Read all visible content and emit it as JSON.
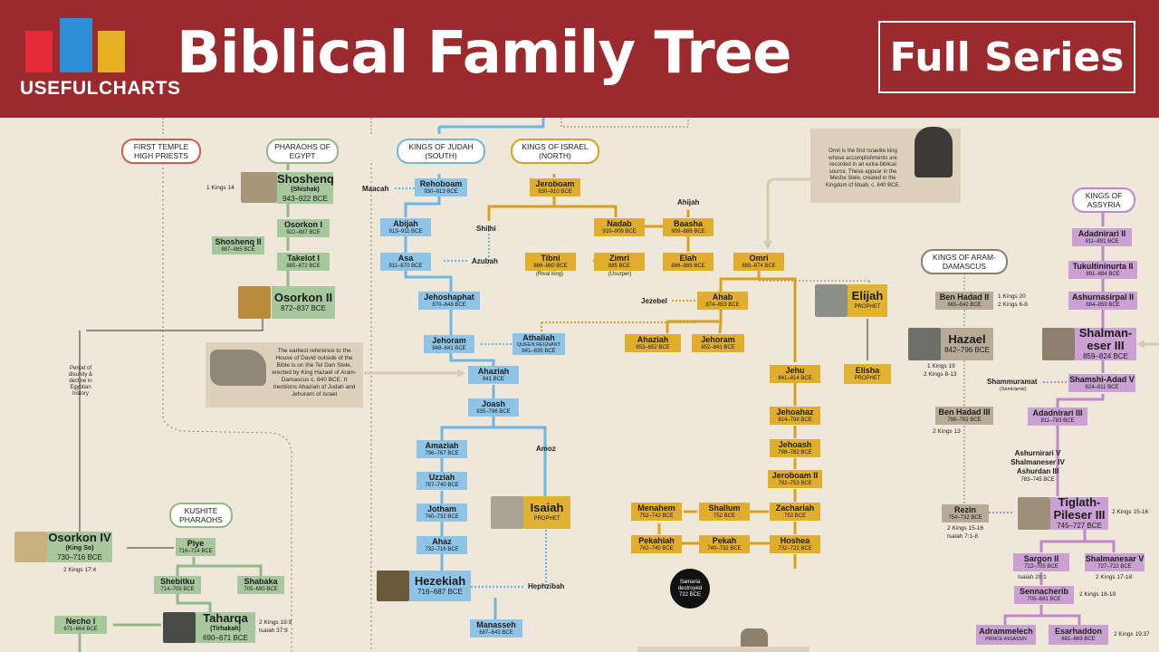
{
  "header": {
    "title": "Biblical Family Tree",
    "logo": "USEFULCHARTS",
    "series": "Full Series",
    "colors": {
      "bg": "#9a2a2d",
      "logo_red": "#e52a3a",
      "logo_blue": "#2f8fd6",
      "logo_yellow": "#e5b022"
    }
  },
  "captions": {
    "priests": "FIRST TEMPLE HIGH PRIESTS",
    "egypt": "PHARAOHS OF EGYPT",
    "judah1": "KINGS OF JUDAH",
    "judah2": "(SOUTH)",
    "israel1": "KINGS OF ISRAEL",
    "israel2": "(NORTH)",
    "aram1": "KINGS OF ARAM-",
    "aram2": "DAMASCUS",
    "assyria1": "KINGS OF",
    "assyria2": "ASSYRIA",
    "kushite1": "KUSHITE",
    "kushite2": "PHARAOHS"
  },
  "egypt": {
    "shoshenq": {
      "name": "Shoshenq",
      "alt": "(Shishak)",
      "dates": "943–922 BCE"
    },
    "osorkon1": {
      "name": "Osorkon I",
      "dates": "922–887 BCE"
    },
    "shoshenq2": {
      "name": "Shoshenq II",
      "dates": "887–885 BCE"
    },
    "takelot1": {
      "name": "Takelot I",
      "dates": "885–872 BCE"
    },
    "osorkon2": {
      "name": "Osorkon II",
      "dates": "872–837 BCE"
    },
    "osorkon4": {
      "name": "Osorkon IV",
      "alt": "(King So)",
      "dates": "730–716 BCE"
    },
    "piye": {
      "name": "Piye",
      "dates": "716–714 BCE"
    },
    "shebitku": {
      "name": "Shebitku",
      "dates": "714–705 BCE"
    },
    "shabaka": {
      "name": "Shabaka",
      "dates": "705–690 BCE"
    },
    "taharqa": {
      "name": "Taharqa",
      "alt": "(Tirhakah)",
      "dates": "690–671 BCE"
    },
    "necho1": {
      "name": "Necho I",
      "dates": "671–664 BCE"
    }
  },
  "judah": {
    "rehoboam": {
      "name": "Rehoboam",
      "dates": "930–913 BCE"
    },
    "abijah": {
      "name": "Abijah",
      "dates": "913–911 BCE"
    },
    "asa": {
      "name": "Asa",
      "dates": "911–870 BCE"
    },
    "jehoshaphat": {
      "name": "Jehoshaphat",
      "dates": "870–848 BCE"
    },
    "jehoram": {
      "name": "Jehoram",
      "dates": "848–841 BCE"
    },
    "athaliah": {
      "name": "Athaliah",
      "title": "QUEEN REGNANT",
      "dates": "841–835 BCE"
    },
    "ahaziah": {
      "name": "Ahaziah",
      "dates": "841 BCE"
    },
    "joash": {
      "name": "Joash",
      "dates": "835–796 BCE"
    },
    "amaziah": {
      "name": "Amaziah",
      "dates": "796–767 BCE"
    },
    "uzziah": {
      "name": "Uzziah",
      "dates": "767–740 BCE"
    },
    "jotham": {
      "name": "Jotham",
      "dates": "740–732 BCE"
    },
    "ahaz": {
      "name": "Ahaz",
      "dates": "732–716 BCE"
    },
    "hezekiah": {
      "name": "Hezekiah",
      "dates": "716–687 BCE"
    },
    "manasseh": {
      "name": "Manasseh",
      "dates": "687–643 BCE"
    }
  },
  "israel": {
    "jeroboam": {
      "name": "Jeroboam",
      "dates": "930–910 BCE"
    },
    "nadab": {
      "name": "Nadab",
      "dates": "910–909 BCE"
    },
    "baasha": {
      "name": "Baasha",
      "dates": "909–886 BCE"
    },
    "tibni": {
      "name": "Tibni",
      "dates": "886–880 BCE",
      "note": "(Rival king)"
    },
    "zimri": {
      "name": "Zimri",
      "dates": "885 BCE",
      "note": "(Usurper)"
    },
    "elah": {
      "name": "Elah",
      "dates": "886–885 BCE"
    },
    "omri": {
      "name": "Omri",
      "dates": "885–874 BCE"
    },
    "ahab": {
      "name": "Ahab",
      "dates": "874–853 BCE"
    },
    "ahaziah": {
      "name": "Ahaziah",
      "dates": "853–852 BCE"
    },
    "jehoram": {
      "name": "Jehoram",
      "dates": "852–841 BCE"
    },
    "jehu": {
      "name": "Jehu",
      "dates": "841–814 BCE"
    },
    "jehoahaz": {
      "name": "Jehoahaz",
      "dates": "814–798 BCE"
    },
    "jehoash": {
      "name": "Jehoash",
      "dates": "798–782 BCE"
    },
    "jeroboam2": {
      "name": "Jeroboam II",
      "dates": "782–753 BCE"
    },
    "zachariah": {
      "name": "Zachariah",
      "dates": "753 BCE"
    },
    "shallum": {
      "name": "Shallum",
      "dates": "752 BCE"
    },
    "menahem": {
      "name": "Menahem",
      "dates": "752–742 BCE"
    },
    "pekahiah": {
      "name": "Pekahiah",
      "dates": "742–740 BCE"
    },
    "pekah": {
      "name": "Pekah",
      "dates": "740–732 BCE"
    },
    "hoshea": {
      "name": "Hoshea",
      "dates": "732–722 BCE"
    },
    "samaria": [
      "Samaria",
      "destroyed",
      "722 BCE"
    ]
  },
  "prophets": {
    "elijah": {
      "name": "Elijah",
      "role": "PROPHET"
    },
    "elisha": {
      "name": "Elisha",
      "role": "PROPHET"
    },
    "isaiah": {
      "name": "Isaiah",
      "role": "PROPHET"
    }
  },
  "aram": {
    "benhadad2": {
      "name": "Ben Hadad II",
      "dates": "865–842 BCE"
    },
    "hazael": {
      "name": "Hazael",
      "dates": "842–796 BCE"
    },
    "benhadad3": {
      "name": "Ben Hadad III",
      "dates": "796–792 BCE"
    },
    "rezin": {
      "name": "Rezin",
      "dates": "754–732 BCE"
    }
  },
  "assyria": {
    "adadnirari2": {
      "name": "Adadnirari II",
      "dates": "911–891 BCE"
    },
    "tukulti": {
      "name": "Tukultininurta II",
      "dates": "891–884 BCE"
    },
    "ashurnasirpal": {
      "name": "Ashurnasirpal II",
      "dates": "884–859 BCE"
    },
    "shalmaneser3": {
      "name1": "Shalman-",
      "name2": "eser III",
      "dates": "859–824 BCE"
    },
    "shamshiadad": {
      "name": "Shamshi-Adad V",
      "dates": "824–811 BCE"
    },
    "adadnirari3": {
      "name": "Adadnirari III",
      "dates": "811–783 BCE"
    },
    "group": {
      "l1": "Ashurnirari V",
      "l2": "Shalmaneser IV",
      "l3": "Ashurdan III",
      "dates": "783–745 BCE"
    },
    "tiglath": {
      "name1": "Tiglath-",
      "name2": "Pileser III",
      "dates": "745–727 BCE"
    },
    "sargon": {
      "name": "Sargon II",
      "dates": "722–705 BCE"
    },
    "shalmaneser5": {
      "name": "Shalmanesar V",
      "dates": "727–722 BCE"
    },
    "sennacherib": {
      "name": "Sennacherib",
      "dates": "705–681 BCE"
    },
    "adrammelech": {
      "name": "Adrammelech",
      "title": "PRINCE-ASSASSIN"
    },
    "esarhaddon": {
      "name": "Esarhaddon",
      "dates": "681–669 BCE"
    }
  },
  "labels": {
    "maacah": "Maacah",
    "shilhi": "Shilhi",
    "azubah": "Azubah",
    "jezebel": "Jezebel",
    "ahijah": "Ahijah",
    "amoz": "Amoz",
    "hephzibah": "Hephzibah",
    "shammuramat": "Shammuramat",
    "semiramis": "(Semiramis)",
    "kings14": "1 Kings 14",
    "bh2refs1": "1 Kings 20",
    "bh2refs2": "2 Kings 6-8",
    "hazrefs1": "1 Kings 19",
    "hazrefs2": "2 Kings 8-13",
    "bh3ref": "2 Kings 13",
    "rezinref1": "2 Kings 15-16",
    "rezinref2": "Isaiah 7:1-8",
    "tigref": "2 Kings 15-16",
    "sargonref": "Isaiah 20:1",
    "shal5ref": "2 Kings 17-18",
    "sennref": "2 Kings 18-19",
    "esarref": "2 Kings 19:37",
    "so_ref": "2 Kings 17:4",
    "taharqaref1": "2 Kings 19:9",
    "taharqaref2": "Isaiah 37:9",
    "disunity": "Period of disunity & decline in Egyptian history"
  },
  "notes": {
    "omri": "Omri is the first Israelite king whose accomplishments are recorded in an extra-biblical source. These appear in the Mesha Stele, created in the Kingdom of Moab, c. 840 BCE.",
    "telDan": "The earliest reference to the House of David outside of the Bible is on the Tel Dan Stele, erected by King Hazael of Aram-Damascus c. 840 BCE. It mentions Ahaziah of Judah and Jehoram of Israel"
  },
  "colors": {
    "judah": "#8ec4e6",
    "israel": "#e0ad2c",
    "egypt": "#a7c79c",
    "aram": "#b7ab97",
    "assyria": "#cba0d2",
    "line_blue": "#6fb7e3",
    "line_gold": "#d9a21d",
    "line_purple": "#c087cc"
  }
}
